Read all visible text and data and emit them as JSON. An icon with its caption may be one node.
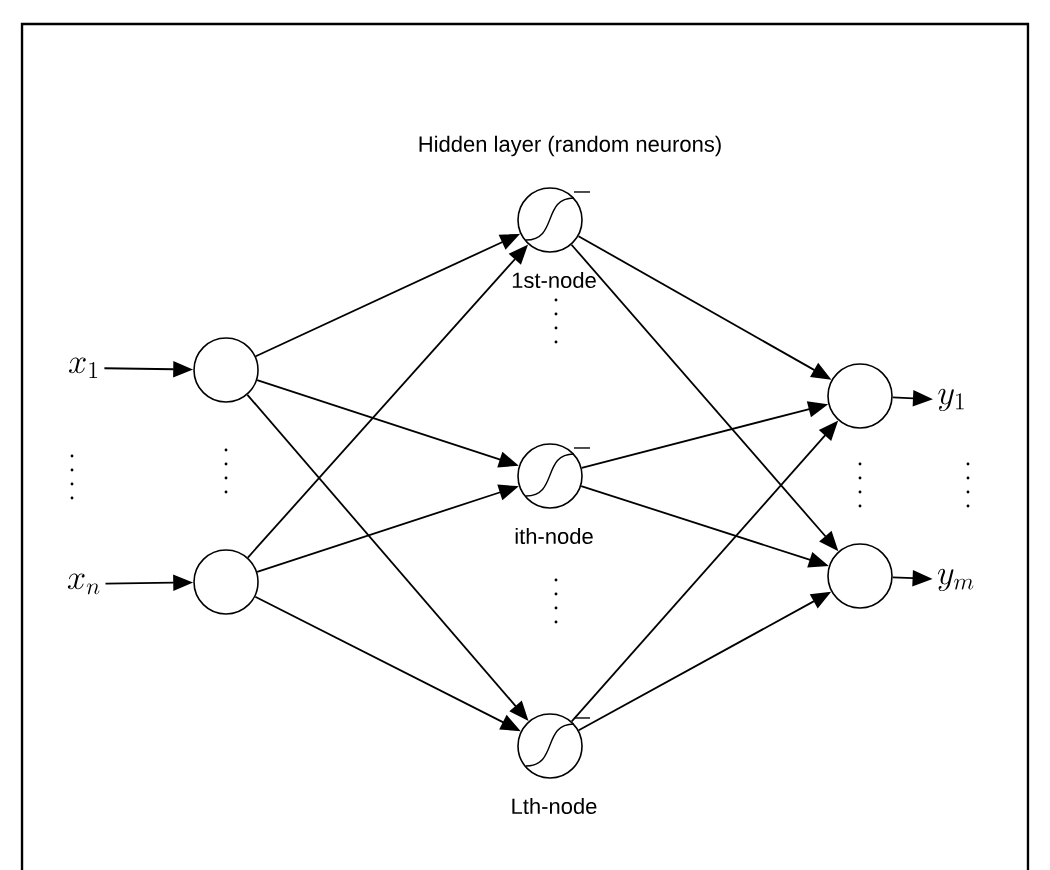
{
  "diagram": {
    "title": "Hidden layer (random neurons)",
    "nodes": [
      {
        "text": [
          "x_{1}"
        ]
      },
      {
        "text": [
          "x_{n}"
        ]
      },
      {
        "text": [],
        "shape": "circle"
      },
      {
        "text": [],
        "shape": "circle"
      },
      {
        "text": [],
        "shape": "circle",
        "beside": [
          "1st-node"
        ]
      },
      {
        "text": [],
        "shape": "circle",
        "beside": [
          "ith-node"
        ]
      },
      {
        "text": [],
        "shape": "circle",
        "beside": [
          "Lth-node"
        ]
      },
      {
        "text": [],
        "shape": "circle"
      },
      {
        "text": [],
        "shape": "circle"
      },
      {
        "text": [
          "y_{1}"
        ]
      },
      {
        "text": [
          "y_{m}"
        ]
      }
    ],
    "edges": [
      {
        "from": 0,
        "to": 2,
        "arrow": "to"
      },
      {
        "from": 1,
        "to": 3,
        "arrow": "to"
      },
      {
        "from": 2,
        "to": 4,
        "arrow": "to"
      },
      {
        "from": 2,
        "to": 5,
        "arrow": "to"
      },
      {
        "from": 2,
        "to": 6,
        "arrow": "to"
      },
      {
        "from": 3,
        "to": 4,
        "arrow": "to"
      },
      {
        "from": 3,
        "to": 5,
        "arrow": "to"
      },
      {
        "from": 3,
        "to": 6,
        "arrow": "to"
      },
      {
        "from": 4,
        "to": 7,
        "arrow": "to"
      },
      {
        "from": 4,
        "to": 8,
        "arrow": "to"
      },
      {
        "from": 5,
        "to": 7,
        "arrow": "to"
      },
      {
        "from": 5,
        "to": 8,
        "arrow": "to"
      },
      {
        "from": 6,
        "to": 7,
        "arrow": "to"
      },
      {
        "from": 6,
        "to": 8,
        "arrow": "to"
      },
      {
        "from": 7,
        "to": 9,
        "arrow": "to"
      },
      {
        "from": 8,
        "to": 10,
        "arrow": "to"
      }
    ]
  }
}
